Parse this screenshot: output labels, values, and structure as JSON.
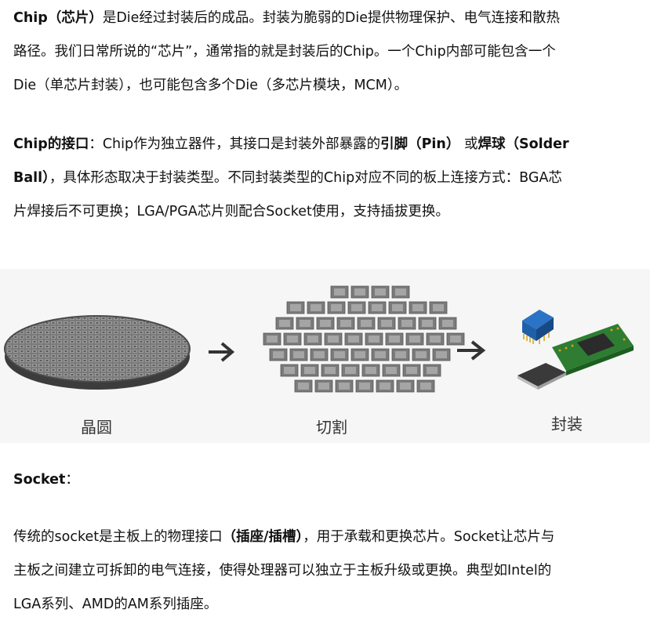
{
  "p1": {
    "l1": {
      "a": "Chip（芯片）",
      "b": "是Die经过封装后的成品。封装为脆弱的Die提供物理保护、电气连接和散热"
    },
    "l2": "路径。我们日常所说的“芯片”，通常指的就是封装后的Chip。一个Chip内部可能包含一个",
    "l3": "Die（单芯片封装），也可能包含多个Die（多芯片模块，MCM）。"
  },
  "p2": {
    "l1": {
      "a": "Chip的接口",
      "b": "：Chip作为独立器件，其接口是封装外部暴露的",
      "c": "引脚（Pin）",
      "d": "或",
      "e": "焊球（Solder"
    },
    "l2": {
      "a": "Ball）",
      "b": "，具体形态取决于封装类型。不同封装类型的Chip对应不同的板上连接方式：BGA芯"
    },
    "l3": "片焊接后不可更换；LGA/PGA芯片则配合Socket使用，支持插拔更换。"
  },
  "figure": {
    "captions": [
      "晶圆",
      "切割",
      "封装"
    ]
  },
  "p3": {
    "a": "Socket",
    "b": "："
  },
  "p4": {
    "l1": {
      "a": "传统的socket是主板上的物理接口",
      "b": "（插座/插槽）",
      "c": "，用于承载和更换芯片。Socket让芯片与"
    },
    "l2": "主板之间建立可拆卸的电气连接，使得处理器可以独立于主板升级或更换。典型如Intel的",
    "l3": "LGA系列、AMD的AM系列插座。"
  },
  "colors": {
    "text": "#111111",
    "wafer": "#6e6e6e",
    "pcb": "#2e7d32",
    "chip_blue": "#1f5fa8",
    "gold": "#d4a017"
  }
}
